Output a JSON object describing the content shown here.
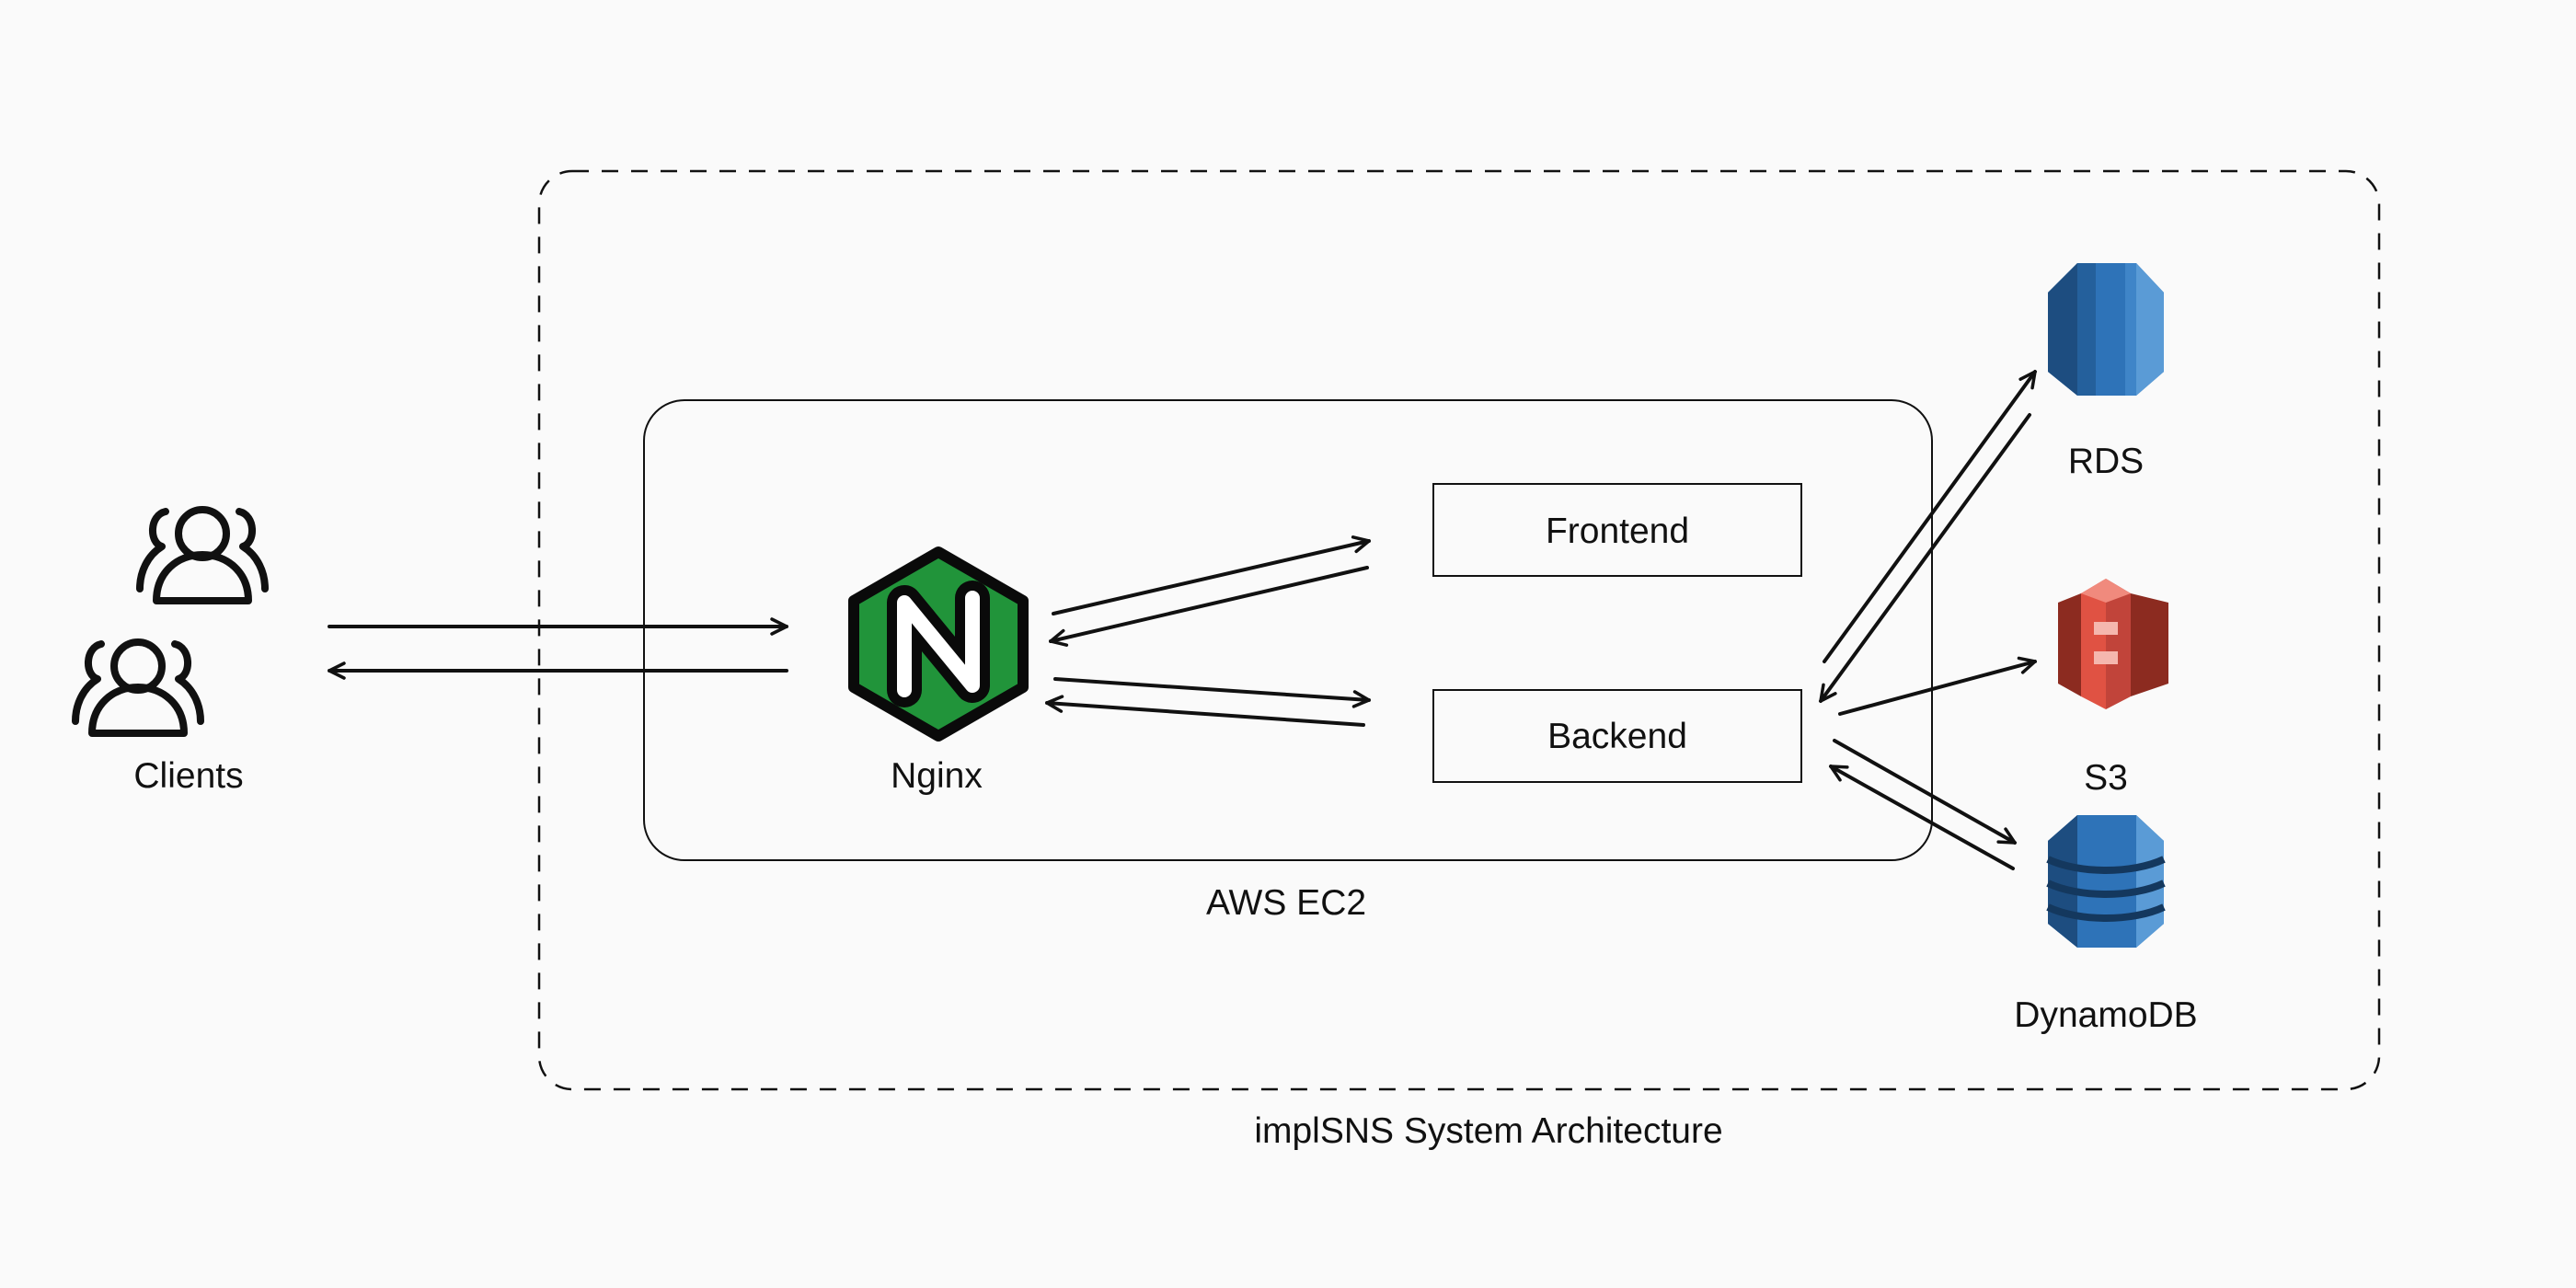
{
  "diagram": {
    "title": "implSNS System Architecture",
    "ec2_label": "AWS EC2",
    "nodes": {
      "clients": {
        "label": "Clients",
        "icon": "users-icon"
      },
      "nginx": {
        "label": "Nginx",
        "icon": "nginx-logo-icon"
      },
      "frontend": {
        "label": "Frontend"
      },
      "backend": {
        "label": "Backend"
      },
      "rds": {
        "label": "RDS",
        "icon": "aws-rds-icon"
      },
      "s3": {
        "label": "S3",
        "icon": "aws-s3-icon"
      },
      "dynamodb": {
        "label": "DynamoDB",
        "icon": "aws-dynamodb-icon"
      }
    },
    "colors": {
      "background": "#fafafa",
      "line": "#111111",
      "nginx_green": "#21943a",
      "aws_blue": "#2e73b8",
      "aws_red": "#e05243"
    }
  }
}
